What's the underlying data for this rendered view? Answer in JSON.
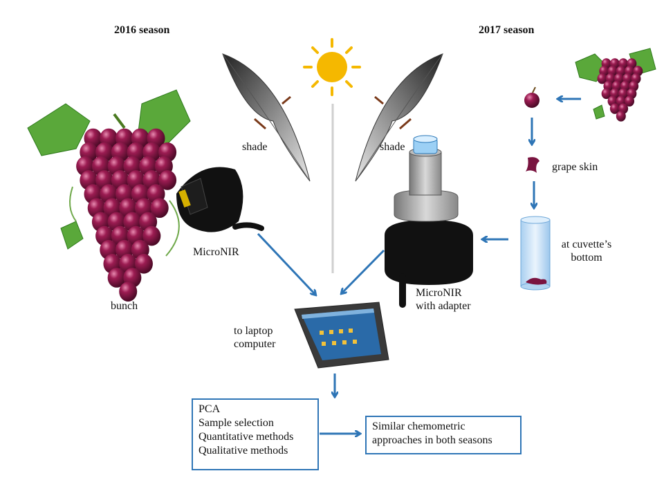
{
  "seasons": {
    "left": "2016 season",
    "right": "2017 season"
  },
  "labels": {
    "shade_left": "shade",
    "shade_right": "shade",
    "micronir": "MicroNIR",
    "bunch": "bunch",
    "grape_skin": "grape skin",
    "cuvette_line1": "at cuvette’s",
    "cuvette_line2": "bottom",
    "micronir_adapter_line1": "MicroNIR",
    "micronir_adapter_line2": "with adapter",
    "laptop_line1": "to laptop",
    "laptop_line2": "computer"
  },
  "methods_box": [
    "PCA",
    "Sample selection",
    "Quantitative methods",
    "Qualitative  methods"
  ],
  "result_box": [
    "Similar chemometric",
    "approaches in both seasons"
  ],
  "colors": {
    "arrow": "#2e75b6",
    "box_border": "#2e75b6",
    "grape": "#7a1440",
    "leaf": "#5aa83a",
    "sun": "#f5b800"
  }
}
